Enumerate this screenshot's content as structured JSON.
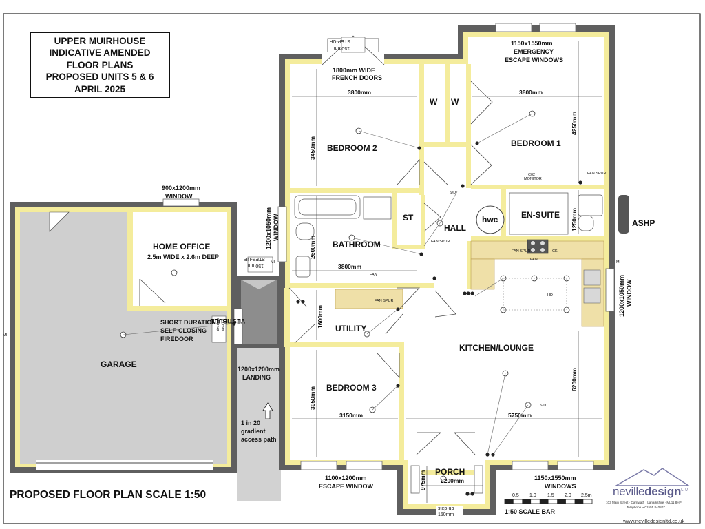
{
  "title_box": {
    "line1": "UPPER MUIRHOUSE",
    "line2": "INDICATIVE AMENDED",
    "line3": "FLOOR PLANS",
    "line4": "PROPOSED UNITS 5 & 6",
    "line5": "APRIL 2025"
  },
  "footer_title": "PROPOSED FLOOR PLAN SCALE 1:50",
  "rooms": {
    "bedroom2": "BEDROOM 2",
    "bedroom1": "BEDROOM 1",
    "bathroom": "BATHROOM",
    "hall": "HALL",
    "ensuite": "EN-SUITE",
    "st": "ST",
    "w1": "W",
    "w2": "W",
    "hwc": "hwc",
    "utility": "UTILITY",
    "kitchen": "KITCHEN/LOUNGE",
    "bedroom3": "BEDROOM 3",
    "porch": "PORCH",
    "garage": "GARAGE",
    "home_office": "HOME OFFICE",
    "home_office_sub": "2.5m WIDE x 2.6m DEEP",
    "vestibule": "VESTIBULE"
  },
  "labels": {
    "ashp": "ASHP",
    "french_doors_1": "1800mm WIDE",
    "french_doors_2": "FRENCH DOORS",
    "emergency_1": "1150x1550mm",
    "emergency_2": "EMERGENCY",
    "emergency_3": "ESCAPE WINDOWS",
    "office_window_1": "900x1200mm",
    "office_window_2": "WINDOW",
    "side_window_left": "1200x1050mm",
    "side_window_left_2": "WINDOW",
    "side_window_right": "1200x1050mm",
    "side_window_right_2": "WINDOW",
    "firedoor_1": "SHORT DURATION",
    "firedoor_2": "SELF-CLOSING",
    "firedoor_3": "FIREDOOR",
    "landing_1": "1200x1200mm",
    "landing_2": "LANDING",
    "gradient_1": "1 in 20",
    "gradient_2": "gradient",
    "gradient_3": "access path",
    "escape_window_1": "1100x1200mm",
    "escape_window_2": "ESCAPE WINDOW",
    "windows_1": "1150x1550mm",
    "windows_2": "WINDOWS",
    "step_up_top_1": "STEP-UP",
    "step_up_top_2": "150mm",
    "step_up_vest_1": "STEP-UP",
    "step_up_vest_2": "150mm",
    "step_up_porch_1": "step-up",
    "step_up_porch_2": "150mm",
    "step_up_side_1": "step-up",
    "step_up_side_2": "150mm",
    "fan": "FAN",
    "fan_spur": "FAN SPUR",
    "co2_monitor_1": "C02",
    "co2_monitor_2": "MONITOR",
    "ck": "CK",
    "hd": "HD",
    "sd": "S/D",
    "mi": "MI"
  },
  "dimensions": {
    "bed2_w": "3800mm",
    "bed2_h": "3450mm",
    "bed1_w": "3800mm",
    "bed1_h": "4250mm",
    "bath_w": "3800mm",
    "bath_h": "2600mm",
    "ensuite_h": "1250mm",
    "utility_h": "1600mm",
    "bed3_w": "3150mm",
    "bed3_h": "3050mm",
    "kitchen_w": "5750mm",
    "kitchen_h": "6200mm",
    "porch_w": "2200mm",
    "porch_h": "975mm"
  },
  "scale_bar": {
    "ticks": [
      "0.5",
      "1.0",
      "1.5",
      "2.0",
      "2.5m"
    ],
    "caption": "1:50 SCALE BAR"
  },
  "logo": {
    "brand_light": "neville",
    "brand_bold": "design",
    "brand_suffix": "LTD",
    "address": "103 Main Street · Carnwath · Lanarkshire · ML11 8HP",
    "telephone": "Telephone ~ 01555 840807",
    "website": "www.nevilledesignltd.co.uk"
  },
  "colors": {
    "wall_dark": "#5f5f5f",
    "wall_insulation": "#f4ec9c",
    "garage_floor": "#cfcfcf",
    "path": "#cfcfcf",
    "worktop": "#efe0a8",
    "logo": "#5a5a8a"
  }
}
